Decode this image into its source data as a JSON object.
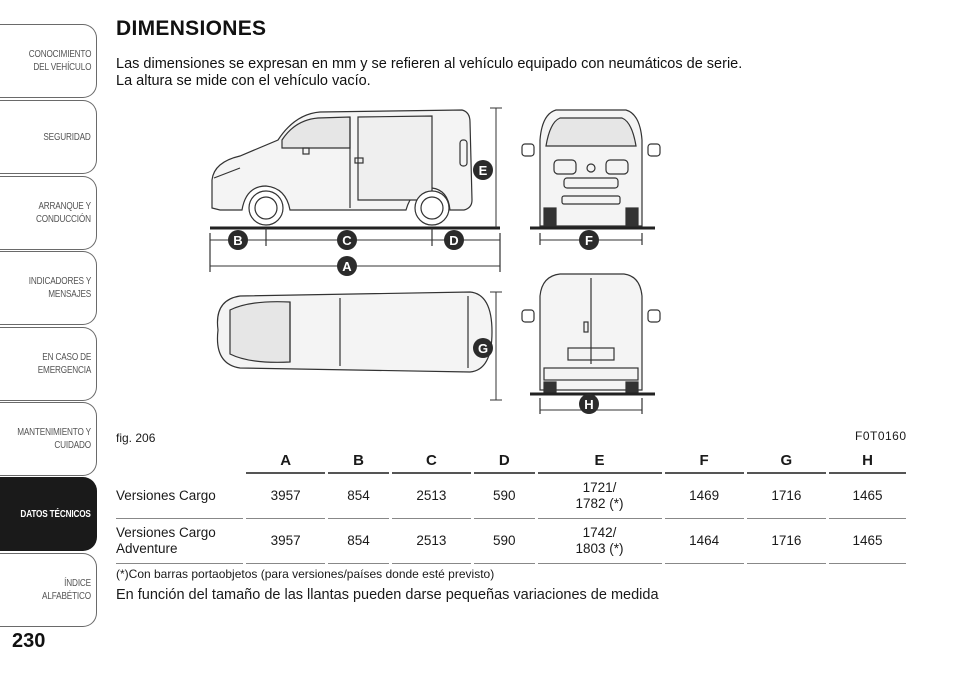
{
  "sidebar": {
    "tabs": [
      {
        "label": "CONOCIMIENTO\nDEL VEHÍCULO",
        "active": false
      },
      {
        "label": "SEGURIDAD",
        "active": false
      },
      {
        "label": "ARRANQUE Y\nCONDUCCIÓN",
        "active": false
      },
      {
        "label": "INDICADORES Y\nMENSAJES",
        "active": false
      },
      {
        "label": "EN CASO DE\nEMERGENCIA",
        "active": false
      },
      {
        "label": "MANTENIMIENTO Y\nCUIDADO",
        "active": false
      },
      {
        "label": "DATOS TÉCNICOS",
        "active": true
      },
      {
        "label": "ÍNDICE ALFABÉTICO",
        "active": false
      }
    ],
    "page_number": "230"
  },
  "main": {
    "title": "DIMENSIONES",
    "intro_line1": "Las dimensiones se expresan en mm y se refieren al vehículo equipado con neumáticos de serie.",
    "intro_line2": "La altura se mide con el vehículo vacío."
  },
  "figure": {
    "label": "fig. 206",
    "code": "F0T0160",
    "markers": [
      "A",
      "B",
      "C",
      "D",
      "E",
      "F",
      "G",
      "H"
    ],
    "marker_color": "#2b2b2b"
  },
  "table": {
    "headers": [
      "A",
      "B",
      "C",
      "D",
      "E",
      "F",
      "G",
      "H"
    ],
    "rows": [
      {
        "label": "Versiones Cargo",
        "values": [
          "3957",
          "854",
          "2513",
          "590",
          "1721/\n1782 (*)",
          "1469",
          "1716",
          "1465"
        ]
      },
      {
        "label": "Versiones Cargo\nAdventure",
        "values": [
          "3957",
          "854",
          "2513",
          "590",
          "1742/\n1803 (*)",
          "1464",
          "1716",
          "1465"
        ]
      }
    ],
    "note": "(*)Con barras portaobjetos (para versiones/países donde esté previsto)",
    "footer": "En función del tamaño de las llantas pueden darse pequeñas variaciones de medida"
  }
}
